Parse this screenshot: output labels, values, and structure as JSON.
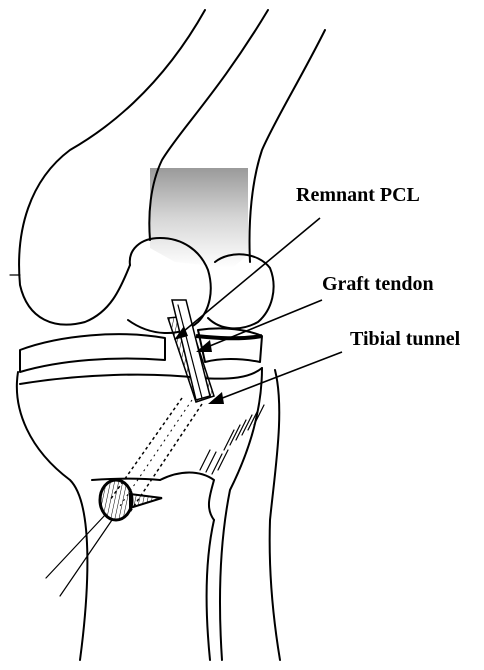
{
  "labels": {
    "remnant": "Remnant PCL",
    "graft": "Graft tendon",
    "tunnel": "Tibial tunnel"
  }
}
